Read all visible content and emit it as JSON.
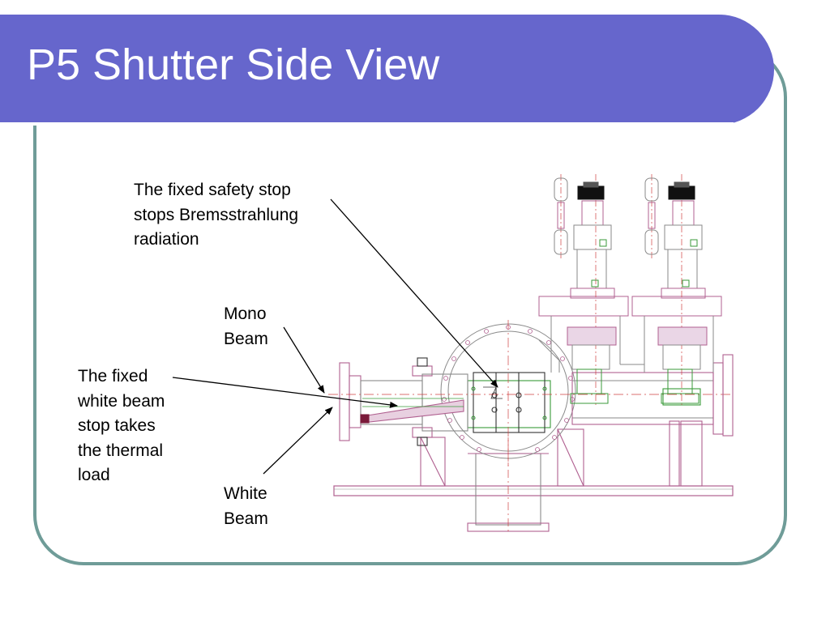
{
  "slide": {
    "title": "P5 Shutter Side View"
  },
  "annotations": {
    "safety_stop": [
      "The fixed safety stop",
      "stops Bremsstrahlung",
      "radiation"
    ],
    "mono_beam": [
      "Mono",
      "Beam"
    ],
    "white_beam_stop": [
      "The fixed",
      "white beam",
      "stop takes",
      "the thermal",
      "load"
    ],
    "white_beam": [
      "White",
      "Beam"
    ]
  },
  "colors": {
    "title_bar": "#6666cc",
    "frame_border": "#6f9c98",
    "drawing_magenta": "#b06090",
    "drawing_gray": "#8a8a8a",
    "drawing_green": "#3a9a3a",
    "drawing_red_dash": "#d04040"
  }
}
